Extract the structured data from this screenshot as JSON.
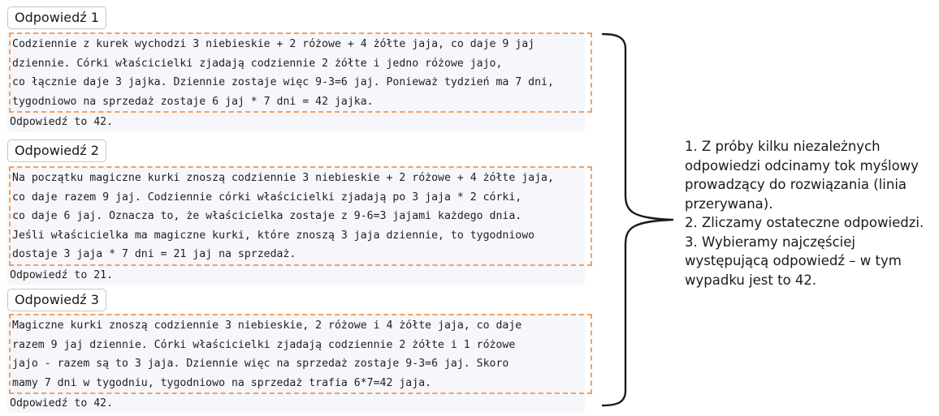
{
  "responses": [
    {
      "label": "Odpowiedź 1",
      "reasoning": [
        "Codziennie z kurek wychodzi 3 niebieskie + 2 różowe + 4 żółte jaja, co daje 9 jaj",
        "dziennie. Córki właścicielki zjadają codziennie 2 żółte i jedno różowe jajo,",
        "co łącznie daje 3 jajka. Dziennie zostaje więc 9-3=6 jaj. Ponieważ tydzień ma 7 dni,",
        "tygodniowo na sprzedaż zostaje 6 jaj * 7 dni = 42 jajka."
      ],
      "answer": "Odpowiedź to 42."
    },
    {
      "label": "Odpowiedź 2",
      "reasoning": [
        "Na początku magiczne kurki znoszą codziennie 3 niebieskie + 2 różowe + 4 żółte jaja,",
        "co daje razem 9 jaj. Codziennie córki właścicielki zjadają po 3 jaja * 2 córki,",
        "co daje 6 jaj. Oznacza to, że właścicielka zostaje z 9-6=3 jajami każdego dnia.",
        "Jeśli właścicielka ma magiczne kurki, które znoszą 3 jaja dziennie, to tygodniowo",
        "dostaje 3 jaja * 7 dni = 21 jaj na sprzedaż."
      ],
      "answer": "Odpowiedź to 21."
    },
    {
      "label": "Odpowiedź 3",
      "reasoning": [
        "Magiczne kurki znoszą codziennie 3 niebieskie, 2 różowe i 4 żółte jaja, co daje",
        "razem 9 jaj dziennie. Córki właścicielki zjadają codziennie 2 żółte i 1 różowe",
        "jajo - razem są to 3 jaja. Dziennie więc na sprzedaż zostaje 9-3=6 jaj. Skoro",
        "mamy 7 dni w tygodniu, tygodniowo na sprzedaż trafia 6*7=42 jaja."
      ],
      "answer": "Odpowiedź to 42."
    }
  ],
  "explanation": [
    "1. Z próby kilku niezależnych",
    "odpowiedzi odcinamy tok myślowy",
    "prowadzący do rozwiązania (linia",
    "przerywana).",
    "2. Zliczamy ostateczne odpowiedzi.",
    "3. Wybieramy najczęściej",
    "występującą odpowiedź – w tym",
    "wypadku jest to 42."
  ],
  "colors": {
    "dashed_border": "#f5a05a",
    "box_background": "#f5f7fa"
  }
}
